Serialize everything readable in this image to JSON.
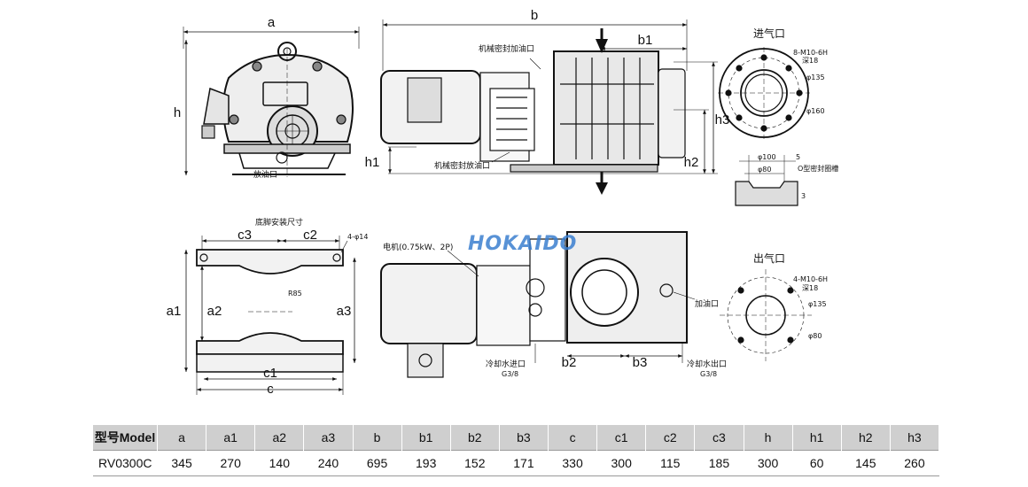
{
  "dims": {
    "front": {
      "a": "a",
      "h": "h"
    },
    "side": {
      "b": "b",
      "b1": "b1",
      "h1": "h1",
      "h2": "h2",
      "h3": "h3"
    },
    "foot": {
      "c3": "c3",
      "c2": "c2",
      "a1": "a1",
      "a2": "a2",
      "a3": "a3",
      "c1": "c1",
      "c": "c"
    },
    "top": {
      "b2": "b2",
      "b3": "b3"
    }
  },
  "labels": {
    "seal_oil_fill": "机械密封加油口",
    "seal_oil_drain": "机械密封放油口",
    "oil_drain": "放油口",
    "foot_title": "底脚安装尺寸",
    "hole_spec": "4-φ14",
    "radius": "R85",
    "motor": "电机(0.75kW、2P)",
    "oil_fill": "加油口",
    "coolant_in": "冷却水进口",
    "coolant_in_thread": "G3/8",
    "coolant_out": "冷却水出口",
    "coolant_out_thread": "G3/8",
    "inlet_title": "进气口",
    "inlet_holes": "8-M10-6H",
    "inlet_depth": "深18",
    "inlet_pcd": "φ135",
    "inlet_od": "φ160",
    "groove_d1": "φ100",
    "groove_d2": "φ80",
    "groove_w": "5",
    "groove_label": "O型密封圈槽",
    "groove_depth": "3",
    "outlet_title": "出气口",
    "outlet_holes": "4-M10-6H",
    "outlet_depth": "深18",
    "outlet_pcd": "φ135",
    "outlet_bore": "φ80",
    "watermark": "HOKAIDO"
  },
  "table": {
    "headers": [
      "型号Model",
      "a",
      "a1",
      "a2",
      "a3",
      "b",
      "b1",
      "b2",
      "b3",
      "c",
      "c1",
      "c2",
      "c3",
      "h",
      "h1",
      "h2",
      "h3"
    ],
    "rows": [
      [
        "RV0300C",
        "345",
        "270",
        "140",
        "240",
        "695",
        "193",
        "152",
        "171",
        "330",
        "300",
        "115",
        "185",
        "300",
        "60",
        "145",
        "260"
      ]
    ]
  }
}
